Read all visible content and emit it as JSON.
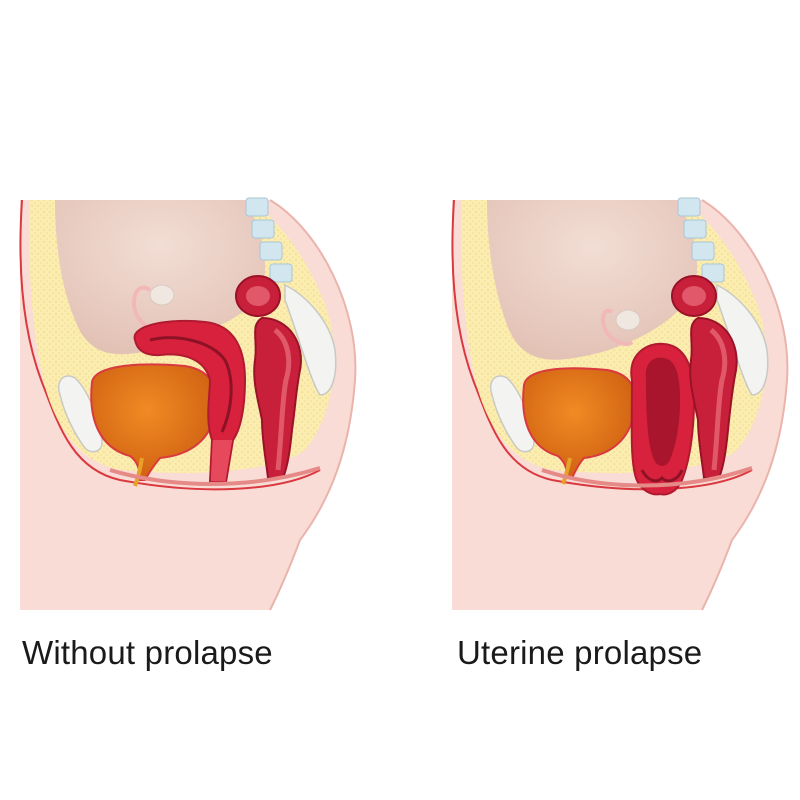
{
  "panels": [
    {
      "caption": "Without prolapse",
      "condition": "normal"
    },
    {
      "caption": "Uterine prolapse",
      "condition": "prolapse"
    }
  ],
  "colors": {
    "skin": "#f9dcd6",
    "skin_outline": "#d9393f",
    "fat": "#fbecb0",
    "cavity": "#ecd2c8",
    "bladder": "#e57a1e",
    "uterus": "#d8213c",
    "uterus_inner": "#a8152c",
    "rectum": "#c8203a",
    "spine": "#d2e6ef",
    "bone": "#f3f3f1"
  }
}
